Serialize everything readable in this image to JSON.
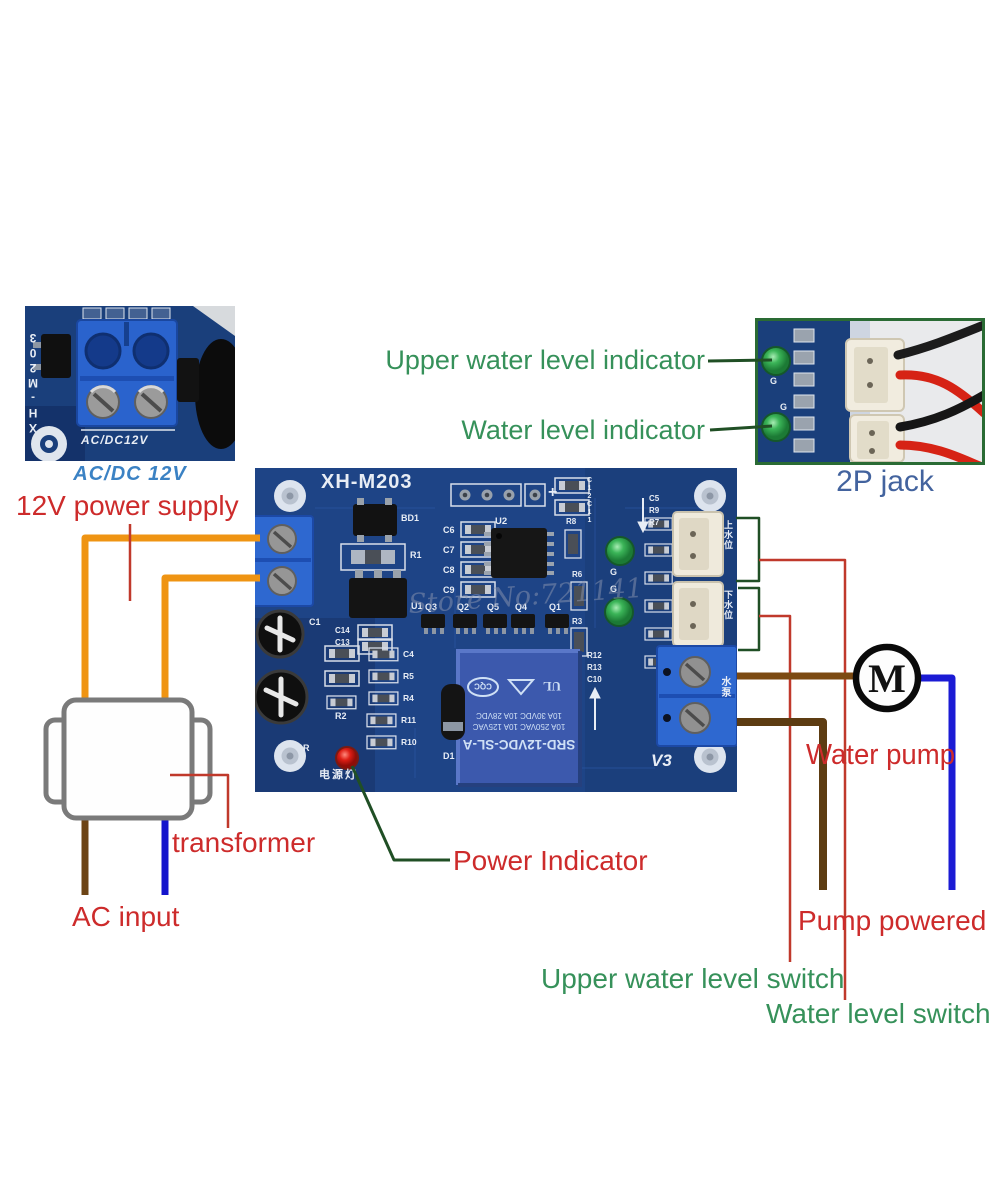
{
  "theme": {
    "green": "#36915a",
    "red": "#cd2b2b",
    "caption_blue": "#43639e",
    "acdc_blue": "#3b82c4",
    "wire_orange": "#ef9413",
    "wire_brown": "#6d4415",
    "wire_brown2": "#5d3c12",
    "wire_blue": "#1b1bd4",
    "thin_red": "#c0392b",
    "pointer_green": "#204f25",
    "board_blue": "#1e4486",
    "relay_blue": "#3c59ad",
    "terminal_blue": "#2e68d0"
  },
  "labels": {
    "upper_indicator": "Upper water level indicator",
    "water_indicator": "Water level indicator",
    "jack_caption": "2P jack",
    "acdc_caption": "AC/DC 12V",
    "power_supply": "12V power supply",
    "transformer": "transformer",
    "ac_input": "AC input",
    "power_indicator": "Power Indicator",
    "water_pump": "Water pump",
    "pump_powered": "Pump powered",
    "upper_switch": "Upper water level switch",
    "water_switch": "Water level switch",
    "motor": "M"
  },
  "watermark": "Store No:721141",
  "inset_left": {
    "vertical_label": "XH-M203",
    "silkscreen": "AC/DC12V"
  },
  "inset_right": {
    "g1": "G",
    "g2": "G"
  },
  "board": {
    "title": "XH-M203",
    "plus": "+",
    "v3": "V3",
    "power_led_label": "电源灯",
    "upper_conn_label": "上水位",
    "lower_conn_label": "下水位",
    "pump_terminal_label": "水泵",
    "relay": {
      "model": "SRD-12VDC-SL-A",
      "rating1": "10A 250VAC  10A 125VAC",
      "rating2": "10A 30VDC  10A 28VDC",
      "logo_ul": "UL",
      "logo_cqc": "CQC"
    },
    "silkscreen": {
      "bd1": "BD1",
      "r1": "R1",
      "u1": "U1",
      "u2": "U2",
      "c1": "C1",
      "c4": "C4",
      "c5": "C5",
      "c6": "C6",
      "c7": "C7",
      "c8": "C8",
      "c9": "C9",
      "c10": "C10",
      "c11": "C11",
      "c12": "C12",
      "c13": "C13",
      "c14": "C14",
      "r2": "R2",
      "r3": "R3",
      "r4": "R4",
      "r5": "R5",
      "r6": "R6",
      "r7": "R7",
      "r8": "R8",
      "r9": "R9",
      "r10": "R10",
      "r11": "R11",
      "r12": "R12",
      "r13": "R13",
      "q1": "Q1",
      "q2": "Q2",
      "q3": "Q3",
      "q4": "Q4",
      "q5": "Q5",
      "d1": "D1",
      "g1": "G",
      "g2": "G",
      "r_single": "R"
    }
  }
}
